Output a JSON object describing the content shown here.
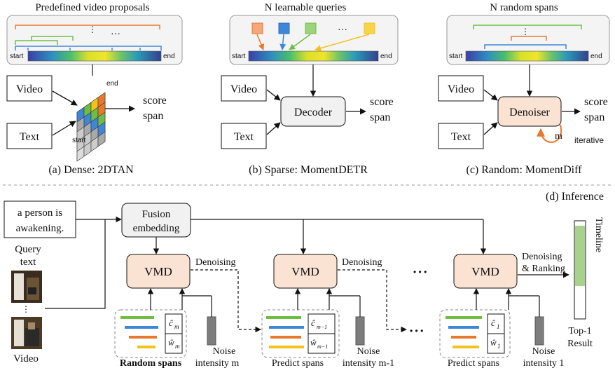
{
  "panel_a": {
    "title": "Predefined video proposals",
    "timeline_start": "start",
    "timeline_end": "end",
    "box_video": "Video",
    "box_text": "Text",
    "map_end": "end",
    "map_start": "start",
    "out_score": "score",
    "out_span": "span",
    "caption": "(a) Dense: 2DTAN"
  },
  "panel_b": {
    "title": "N learnable queries",
    "dots": "···",
    "timeline_start": "start",
    "timeline_end": "end",
    "box_video": "Video",
    "box_text": "Text",
    "box_decoder": "Decoder",
    "out_score": "score",
    "out_span": "span",
    "caption": "(b) Sparse: MomentDETR"
  },
  "panel_c": {
    "title": "N random spans",
    "timeline_start": "start",
    "timeline_end": "end",
    "box_video": "Video",
    "box_text": "Text",
    "box_denoiser": "Denoiser",
    "out_score": "score",
    "out_span": "span",
    "loop_m": "m",
    "loop_iterative": "iterative",
    "caption": "(c) Random: MomentDiff"
  },
  "panel_d": {
    "label": "(d) Inference",
    "query_line1": "a person is",
    "query_line2": "awakening.",
    "query_label1": "Query",
    "query_label2": "text",
    "video_label": "Video",
    "fusion_line1": "Fusion",
    "fusion_line2": "embedding",
    "vmd": "VMD",
    "denoising": "Denoising",
    "denoising_ranking_1": "Denoising",
    "denoising_ranking_2": "& Ranking",
    "ellipsis": "• • •",
    "group1_label": "Random spans",
    "group2_label": "Predict spans",
    "group3_label": "Predict spans",
    "noise1_line1": "Noise",
    "noise1_line2": "intensity m",
    "noise2_line1": "Noise",
    "noise2_line2": "intensity m-1",
    "noise3_line1": "Noise",
    "noise3_line2": "intensity 1",
    "c_m": "ĉ",
    "c_sub1": "m",
    "w_m": "ŵ",
    "w_sub1": "m",
    "c_sub2": "m−1",
    "w_sub2": "m−1",
    "c_sub3": "1",
    "w_sub3": "1",
    "timeline_label": "Timeline",
    "top1_line1": "Top-1",
    "top1_line2": "Result"
  },
  "colors": {
    "orange": "#E8782E",
    "green": "#6EBE44",
    "blue": "#3F86D9",
    "yellow": "#F2C21B",
    "peach_box": "#FBE3D4",
    "grey_box": "#F1F1F1",
    "result_green": "#A9D18E"
  }
}
